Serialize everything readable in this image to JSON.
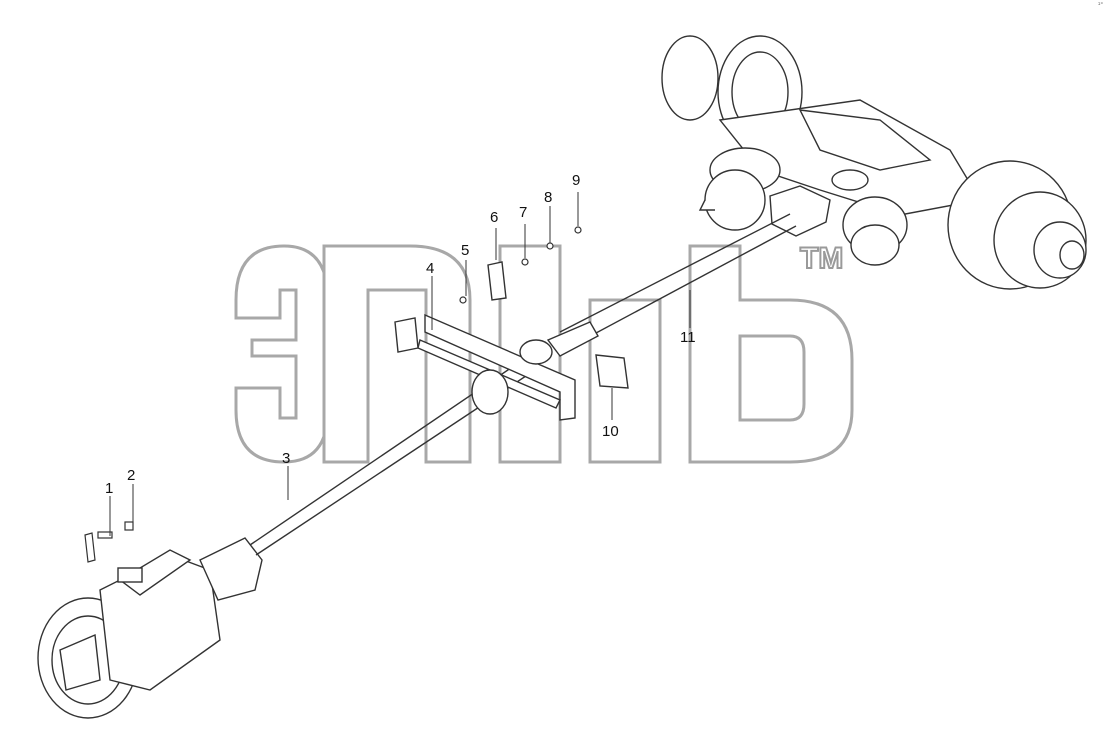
{
  "watermark": {
    "tm": "TM"
  },
  "corner_mark": "¹°",
  "callouts": {
    "c1": "1",
    "c2": "2",
    "c3": "3",
    "c4": "4",
    "c5": "5",
    "c6": "6",
    "c7": "7",
    "c8": "8",
    "c9": "9",
    "c10": "10",
    "c11": "11"
  }
}
